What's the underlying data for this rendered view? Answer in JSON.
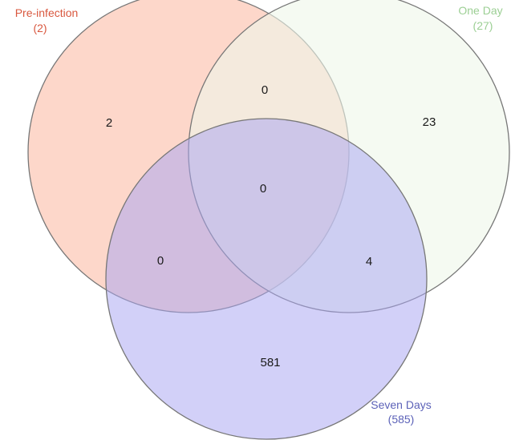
{
  "sets": [
    {
      "id": "pre",
      "name": "Pre-infection",
      "total": "(2)",
      "label_color": "#d9573e",
      "fill": "#fbb79e"
    },
    {
      "id": "one",
      "name": "One Day",
      "total": "(27)",
      "label_color": "#9ccf94",
      "fill": "#eef6ea"
    },
    {
      "id": "seven",
      "name": "Seven Days",
      "total": "(585)",
      "label_color": "#5c62b8",
      "fill": "#c4c2f6"
    }
  ],
  "regions": {
    "pre_only": "2",
    "one_only": "23",
    "seven_only": "581",
    "pre_one": "0",
    "pre_seven": "0",
    "one_seven": "4",
    "all_three": "0"
  },
  "outline_color": "#777777"
}
